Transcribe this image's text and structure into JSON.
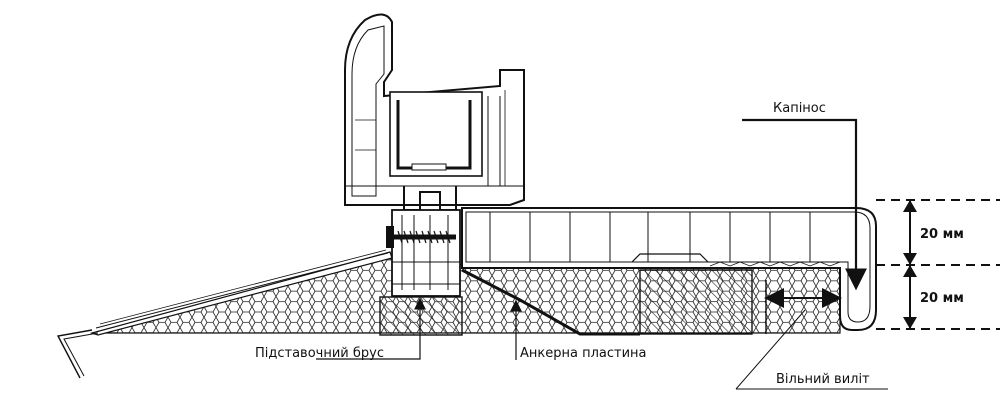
{
  "labels": {
    "drip_edge": "Капінос",
    "support_bar": "Підставочний брус",
    "anchor_plate": "Анкерна пластина",
    "free_overhang": "Вільний виліт"
  },
  "dimensions": {
    "top": "20 мм",
    "bottom": "20 мм"
  },
  "colors": {
    "line": "#111111",
    "background": "#ffffff"
  }
}
